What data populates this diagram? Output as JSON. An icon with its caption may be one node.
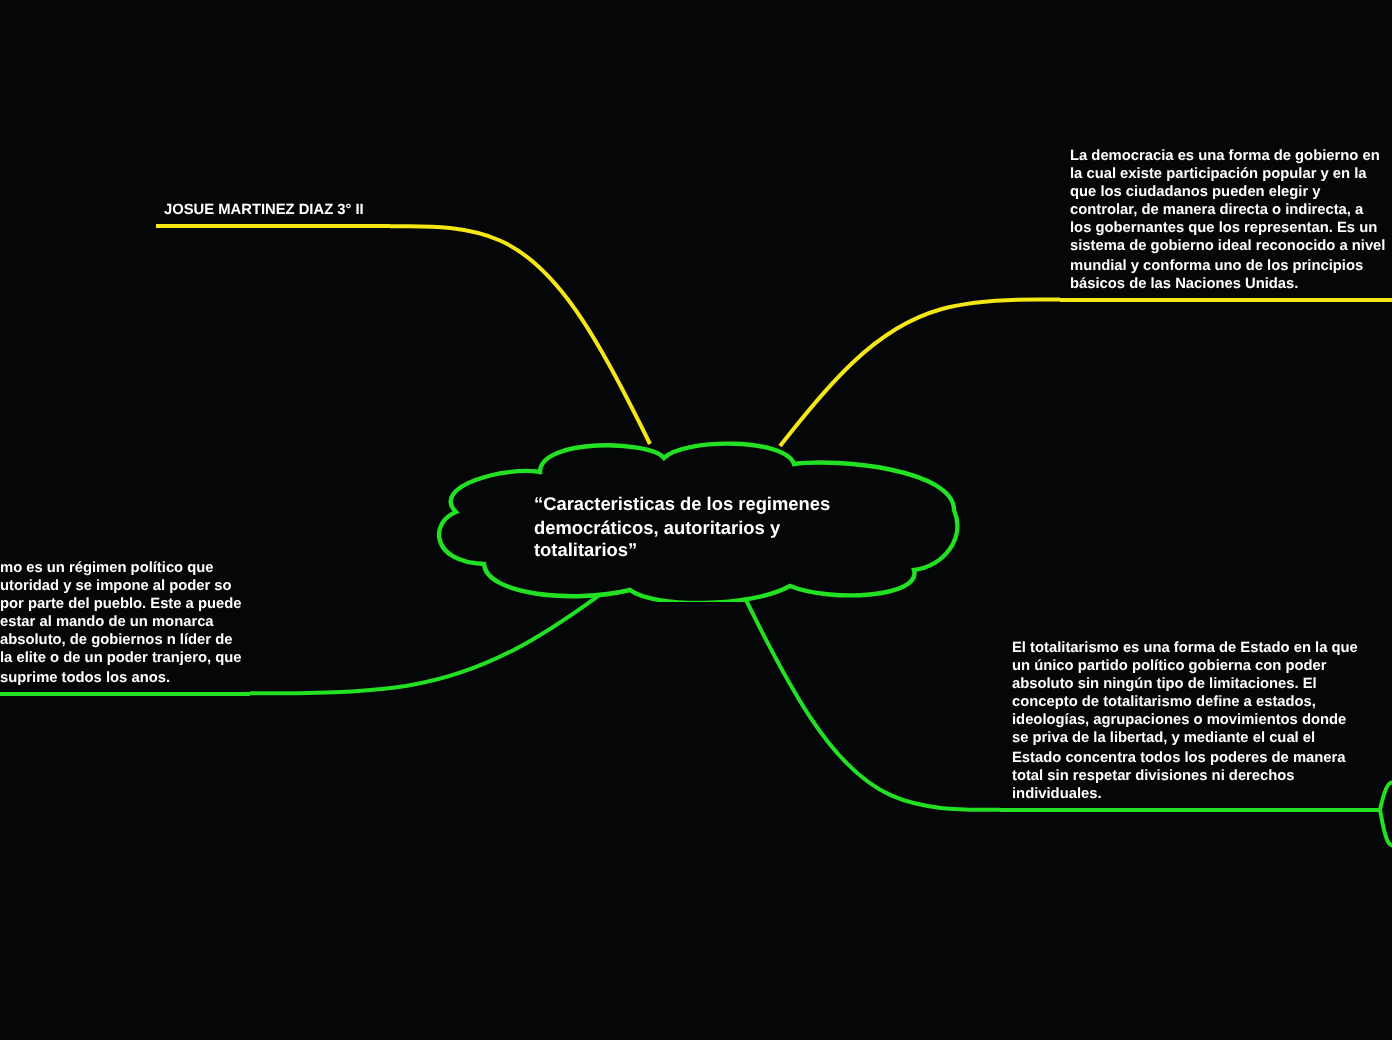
{
  "diagram": {
    "nodes": [
      {
        "text": [
          "“Caracteristicas de los regimenes democráticos, autoritarios y totalitarios”"
        ]
      },
      {
        "text": [
          "JOSUE MARTINEZ DIAZ 3° II"
        ]
      },
      {
        "text": [
          "La democracia es una forma de gobierno en la cual existe participación popular y en la que los ciudadanos pueden elegir y controlar, de manera directa o indirecta, a los gobernantes que los representan. Es un sistema de gobierno ideal reconocido a nivel mundial y conforma uno de los principios básicos de las Naciones Unidas."
        ]
      },
      {
        "text": [
          "mo es un régimen político que utoridad y se impone al poder so por parte del pueblo. Este a puede estar al mando de un monarca absoluto, de gobiernos n líder de la elite o de un poder tranjero, que suprime todos los anos."
        ]
      },
      {
        "text": [
          "El totalitarismo es una forma de Estado en la que un único partido político gobierna con poder absoluto sin ningún tipo de limitaciones. El concepto de totalitarismo define a estados, ideologías, agrupaciones o movimientos donde se priva de la libertad, y mediante el cual el Estado concentra todos los poderes de manera total sin respetar divisiones ni derechos individuales."
        ]
      }
    ],
    "edges": [
      {
        "from": 0,
        "to": 1,
        "arrow": "none",
        "color": "#f5e616"
      },
      {
        "from": 0,
        "to": 2,
        "arrow": "none",
        "color": "#f5e616"
      },
      {
        "from": 0,
        "to": 3,
        "arrow": "none"
      },
      {
        "from": 0,
        "to": 4,
        "arrow": "none"
      },
      {
        "from": 4,
        "to": null,
        "arrow": "none"
      },
      {
        "from": 4,
        "to": null,
        "arrow": "none"
      }
    ]
  }
}
